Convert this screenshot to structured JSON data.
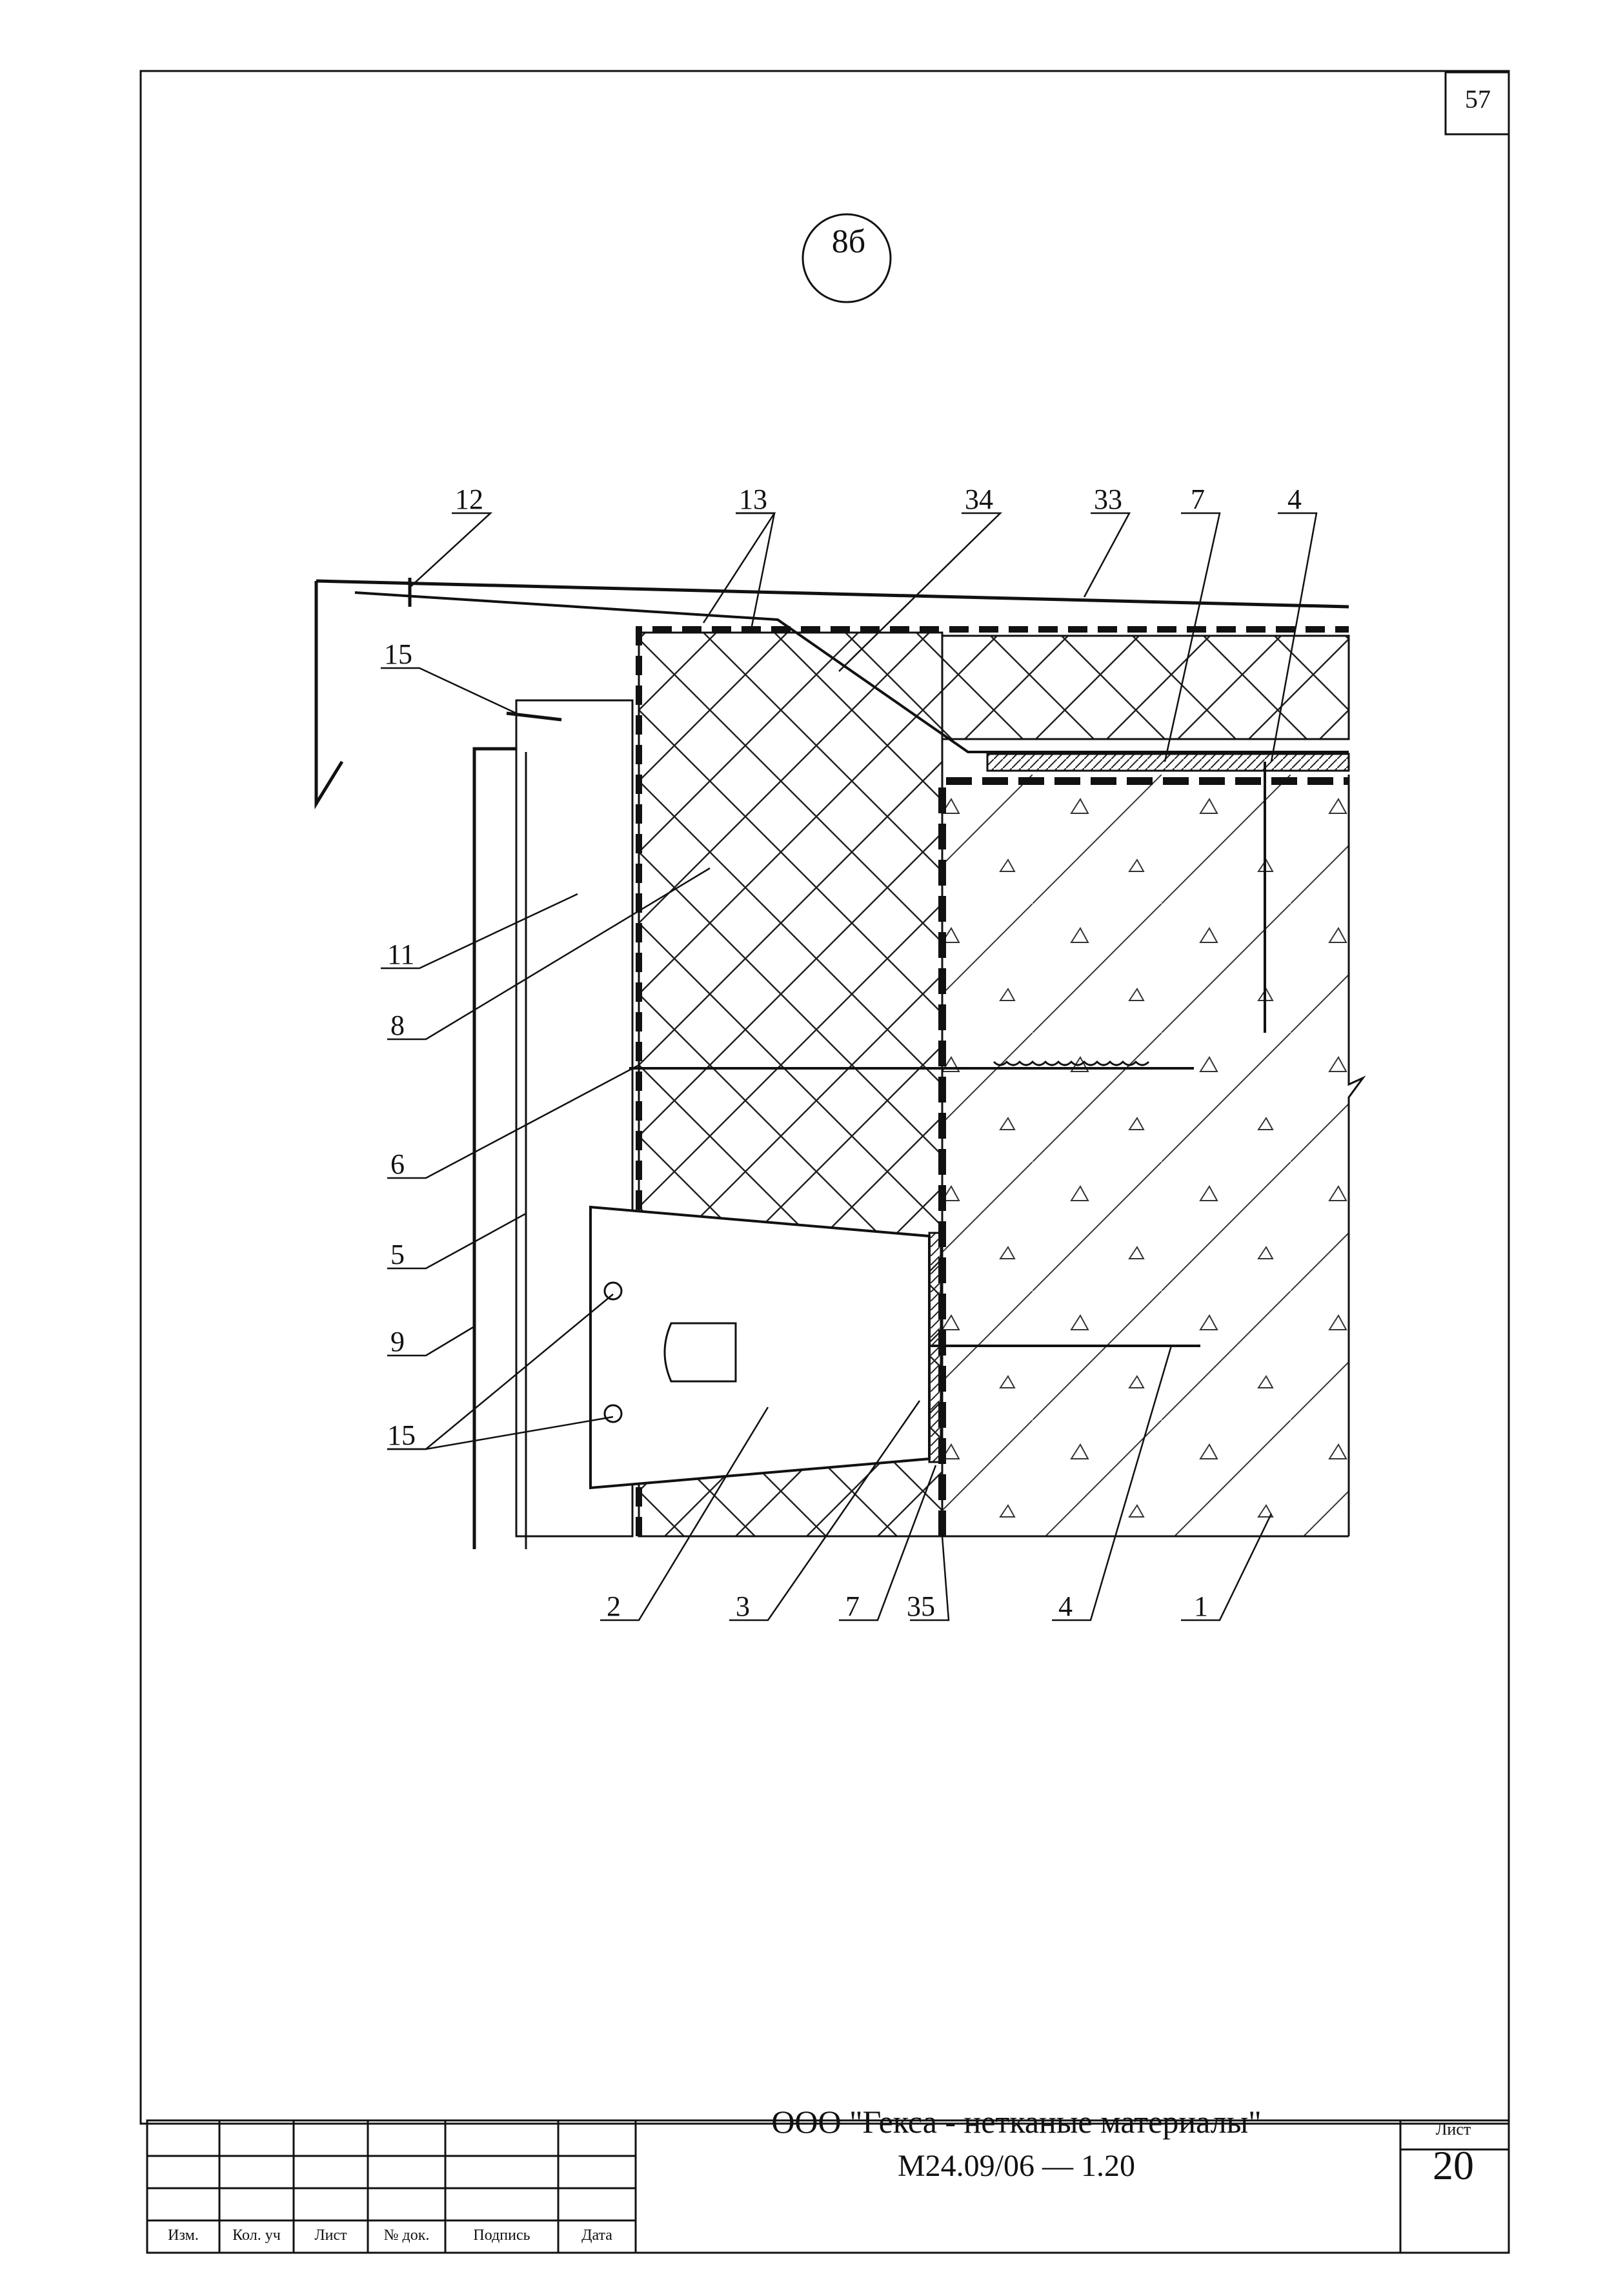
{
  "page_number": "57",
  "detail_badge": "8б",
  "callouts": {
    "c12": "12",
    "c13": "13",
    "c34": "34",
    "c33": "33",
    "c7top": "7",
    "c4top": "4",
    "c15top": "15",
    "c11": "11",
    "c8": "8",
    "c6": "6",
    "c5": "5",
    "c9": "9",
    "c15bot": "15",
    "c2": "2",
    "c3": "3",
    "c7bot": "7",
    "c35": "35",
    "c4bot": "4",
    "c1": "1"
  },
  "title_block": {
    "columns": [
      "Изм.",
      "Кол. уч",
      "Лист",
      "№ док.",
      "Подпись",
      "Дата"
    ],
    "organization": "ООО \"Гекса - нетканые материалы\"",
    "document_code": "М24.09/06  —  1.20",
    "sheet_label": "Лист",
    "sheet_number": "20"
  },
  "colors": {
    "line": "#111111",
    "paper": "#ffffff"
  }
}
